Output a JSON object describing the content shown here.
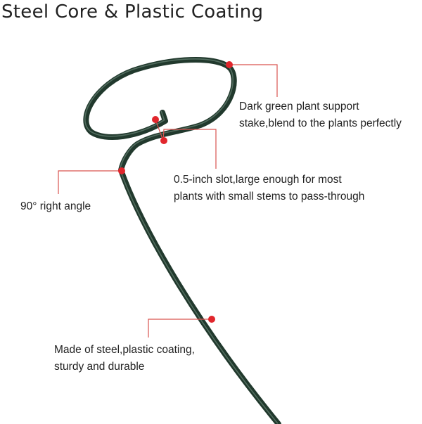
{
  "title": "Steel Core & Plastic Coating",
  "colors": {
    "stake": "#21392d",
    "stake_highlight": "#5f7a6c",
    "marker": "#e1262c",
    "leader_line": "#d9534f",
    "text": "#222222"
  },
  "callouts": {
    "color": {
      "line1": "Dark green plant support",
      "line2": "stake,blend to the plants perfectly"
    },
    "slot": {
      "line1": "0.5-inch slot,large enough for most",
      "line2": "plants with small stems to pass-through"
    },
    "angle": {
      "line1": "90° right angle"
    },
    "material": {
      "line1": "Made of steel,plastic coating,",
      "line2": "sturdy and durable"
    }
  }
}
